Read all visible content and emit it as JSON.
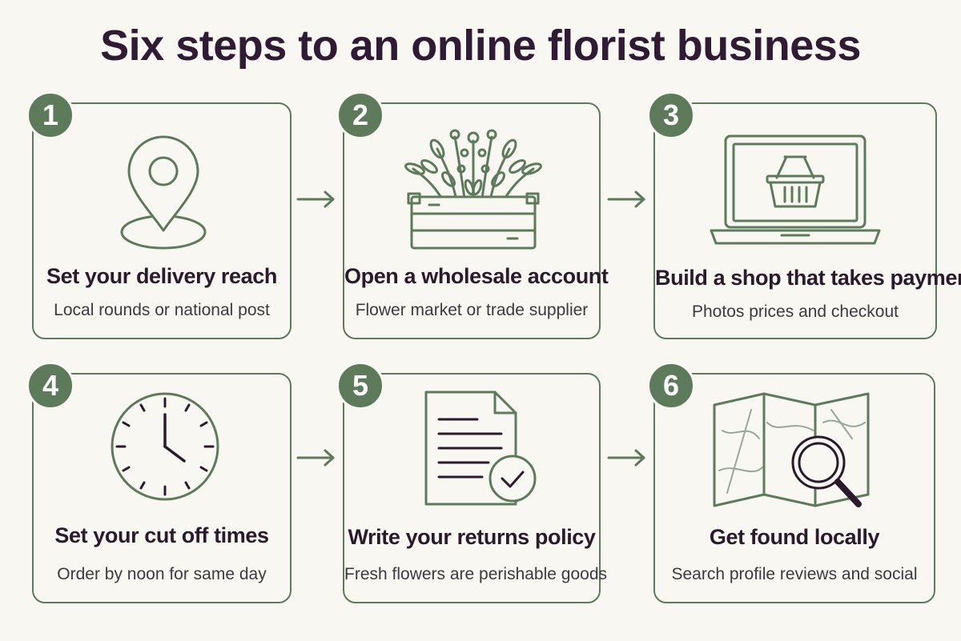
{
  "title": "Six steps to an online florist business",
  "colors": {
    "accent": "#5d7a5a",
    "text": "#2a1a2c",
    "background": "#f8f7f2"
  },
  "steps": [
    {
      "number": "1",
      "icon": "location-pin-icon",
      "title": "Set your delivery reach",
      "subtitle": "Local rounds or national post"
    },
    {
      "number": "2",
      "icon": "flower-crate-icon",
      "title": "Open a wholesale account",
      "subtitle": "Flower market or trade supplier"
    },
    {
      "number": "3",
      "icon": "laptop-basket-icon",
      "title": "Build a shop that takes payment",
      "subtitle": "Photos prices and checkout"
    },
    {
      "number": "4",
      "icon": "clock-icon",
      "title": "Set your cut off times",
      "subtitle": "Order by noon for same day"
    },
    {
      "number": "5",
      "icon": "document-check-icon",
      "title": "Write your returns policy",
      "subtitle": "Fresh flowers are perishable goods"
    },
    {
      "number": "6",
      "icon": "map-magnifier-icon",
      "title": "Get found locally",
      "subtitle": "Search profile reviews and social"
    }
  ]
}
